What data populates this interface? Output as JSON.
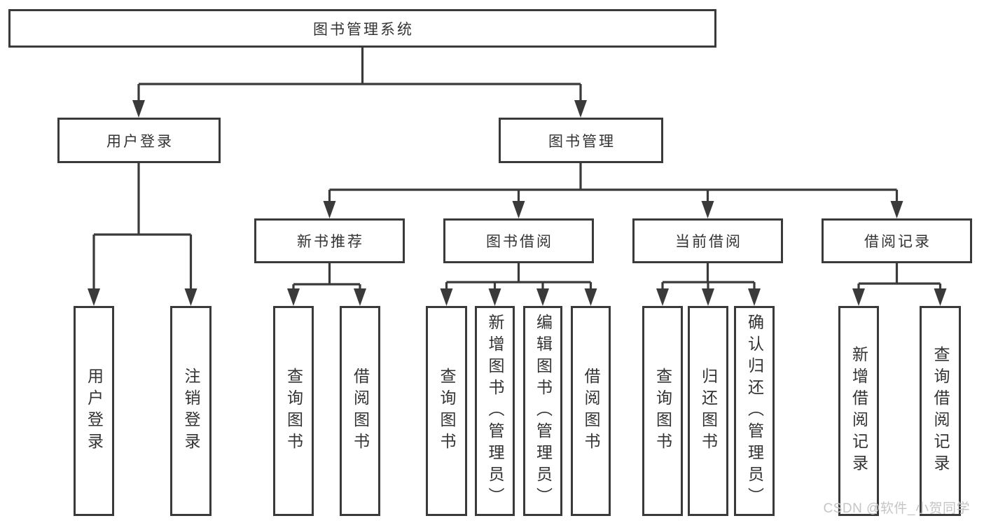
{
  "tree": {
    "root": "图书管理系统",
    "branches": [
      {
        "label": "用户登录",
        "children": [
          "用户登录",
          "注销登录"
        ]
      },
      {
        "label": "图书管理",
        "groups": [
          {
            "label": "新书推荐",
            "children": [
              "查询图书",
              "借阅图书"
            ]
          },
          {
            "label": "图书借阅",
            "children": [
              "查询图书",
              "新增图书（管理员）",
              "编辑图书（管理员）",
              "借阅图书"
            ]
          },
          {
            "label": "当前借阅",
            "children": [
              "查询图书",
              "归还图书",
              "确认归还（管理员）"
            ]
          },
          {
            "label": "借阅记录",
            "children": [
              "新增借阅记录",
              "查询借阅记录"
            ]
          }
        ]
      }
    ]
  },
  "watermark": {
    "text": "CSDN @软件_小贺同学",
    "color": "#c5c5c5"
  },
  "colors": {
    "box_border": "#3a3a3a",
    "line": "#3a3a3a",
    "text": "#333333",
    "background": "#ffffff"
  }
}
